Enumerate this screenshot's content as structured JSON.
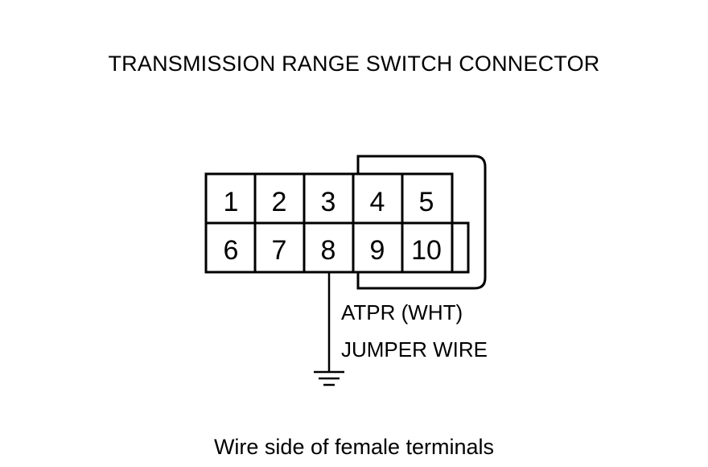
{
  "title": "TRANSMISSION RANGE SWITCH CONNECTOR",
  "caption": "Wire side of female terminals",
  "connector": {
    "row1": [
      "1",
      "2",
      "3",
      "4",
      "5"
    ],
    "row2": [
      "6",
      "7",
      "8",
      "9",
      "10"
    ]
  },
  "wire": {
    "terminal": "8",
    "label1": "ATPR (WHT)",
    "label2": "JUMPER WIRE"
  }
}
